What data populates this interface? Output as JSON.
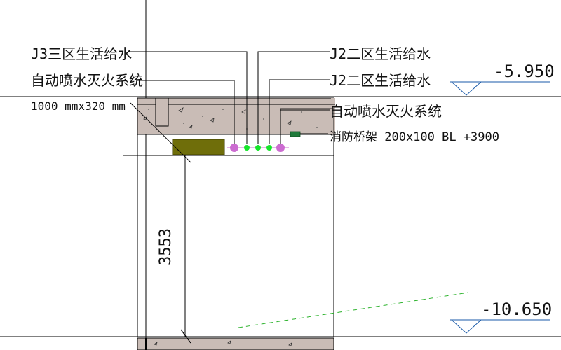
{
  "drawing": {
    "colors": {
      "background": "#ffffff",
      "line": "#000000",
      "concrete": "#c9bcb6",
      "duct": "#6f6e0a",
      "sprinkler_pipe": "#cc6cd1",
      "water_pipe": "#16e52b",
      "cable_tray": "#1f7a3a",
      "elevation_mark": "#1a5aa8",
      "hatch_dashes": "#2db32d"
    },
    "labels": {
      "j3_water_supply": "J3三区生活给水",
      "auto_sprinkler_left": "自动喷水灭火系统",
      "duct_size": "1000 mmx320 mm",
      "j2_water_supply_1": "J2二区生活给水",
      "j2_water_supply_2": "J2二区生活给水",
      "auto_sprinkler_right": "自动喷水灭火系统",
      "fire_cable_tray": "消防桥架 200x100 BL +3900"
    },
    "elevations": {
      "top": "-5.950",
      "bottom": "-10.650"
    },
    "dimension": {
      "clear_height": "3553"
    }
  }
}
